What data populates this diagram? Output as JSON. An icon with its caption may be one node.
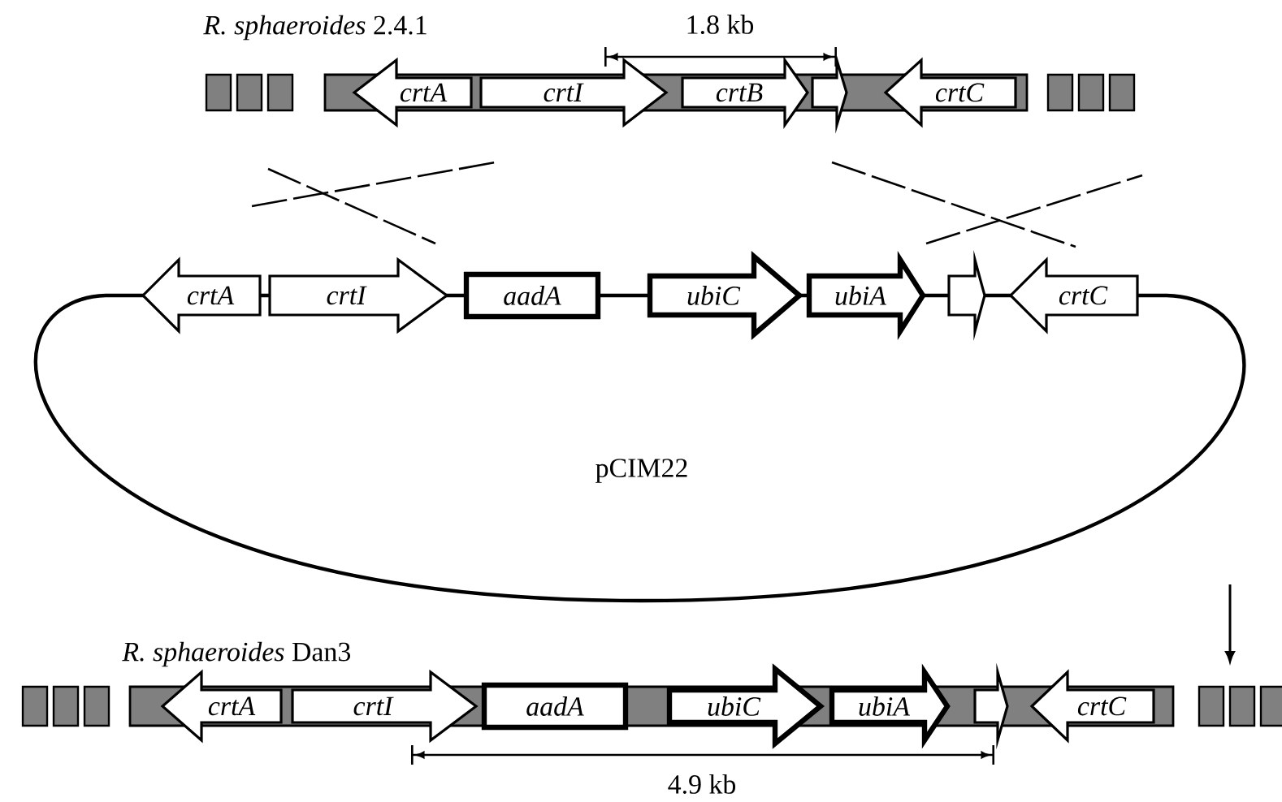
{
  "diagram": {
    "nodes": [
      {
        "text": [
          "crtA"
        ]
      },
      {
        "text": [
          "crtI"
        ]
      },
      {
        "text": [
          "crtB"
        ]
      },
      {
        "text": [],
        "shape": "arrow"
      },
      {
        "text": [
          "crtC"
        ]
      },
      {
        "text": [
          "crtA"
        ]
      },
      {
        "text": [
          "crtI"
        ]
      },
      {
        "text": [
          "aadA"
        ]
      },
      {
        "text": [
          "ubiC"
        ]
      },
      {
        "text": [
          "ubiA"
        ]
      },
      {
        "text": [],
        "shape": "arrow"
      },
      {
        "text": [
          "crtC"
        ]
      },
      {
        "text": [
          "crtA"
        ]
      },
      {
        "text": [
          "crtI"
        ]
      },
      {
        "text": [
          "aadA"
        ]
      },
      {
        "text": [
          "ubiC"
        ]
      },
      {
        "text": [
          "ubiA"
        ]
      },
      {
        "text": [],
        "shape": "arrow"
      },
      {
        "text": [
          "crtC"
        ]
      }
    ],
    "labels": [
      "*R. sphaeroides* 2.4.1",
      "1.8 kb",
      "pCIM22",
      "*R. sphaeroides* Dan3",
      "4.9 kb"
    ]
  }
}
